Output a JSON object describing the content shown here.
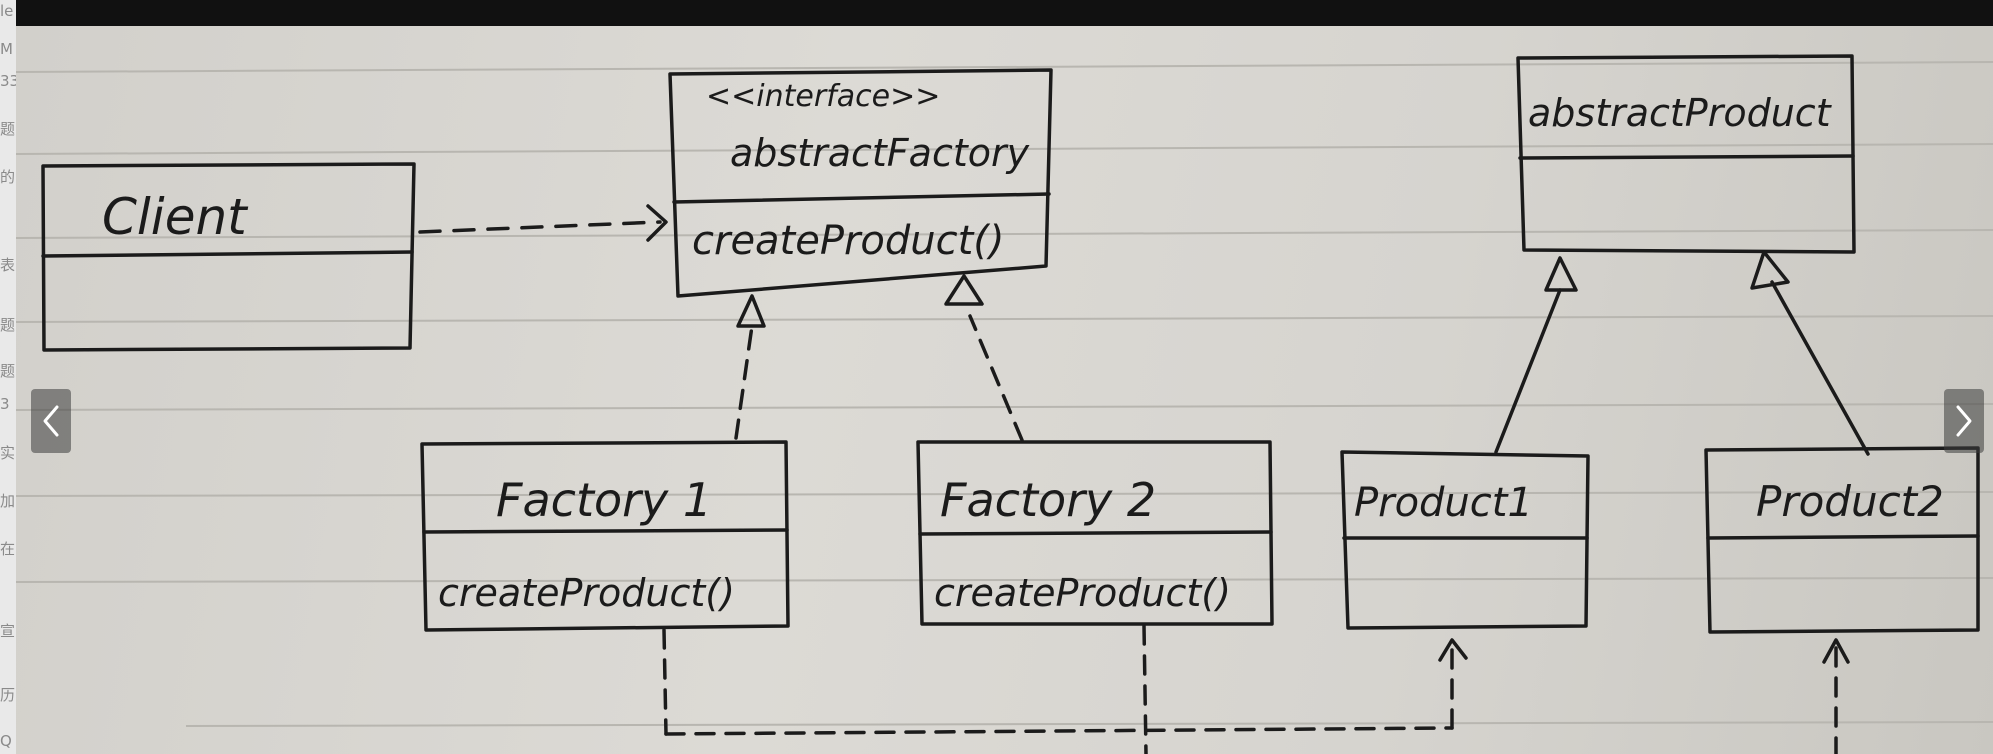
{
  "sidebar_fragments": [
    "le",
    "M",
    "33",
    "题",
    "的",
    "表",
    "题",
    "题",
    "3",
    "实",
    "加",
    "在",
    "宣",
    "历",
    "Q"
  ],
  "diagram": {
    "interface": {
      "stereotype": "<<interface>>",
      "name": "abstractFactory",
      "method": "createProduct()"
    },
    "client": {
      "name": "Client"
    },
    "factory1": {
      "name": "Factory 1",
      "method": "createProduct()"
    },
    "factory2": {
      "name": "Factory 2",
      "method": "createProduct()"
    },
    "abstract_product": {
      "name": "abstractProduct"
    },
    "product1": {
      "name": "Product1"
    },
    "product2": {
      "name": "Product2"
    }
  },
  "icons": {
    "prev": "chevron-left-icon",
    "next": "chevron-right-icon"
  },
  "colors": {
    "frame": "#111111",
    "paper": "#d8d6d1",
    "ink": "#1b1b1b",
    "nav_button": "#3c3c3c"
  }
}
